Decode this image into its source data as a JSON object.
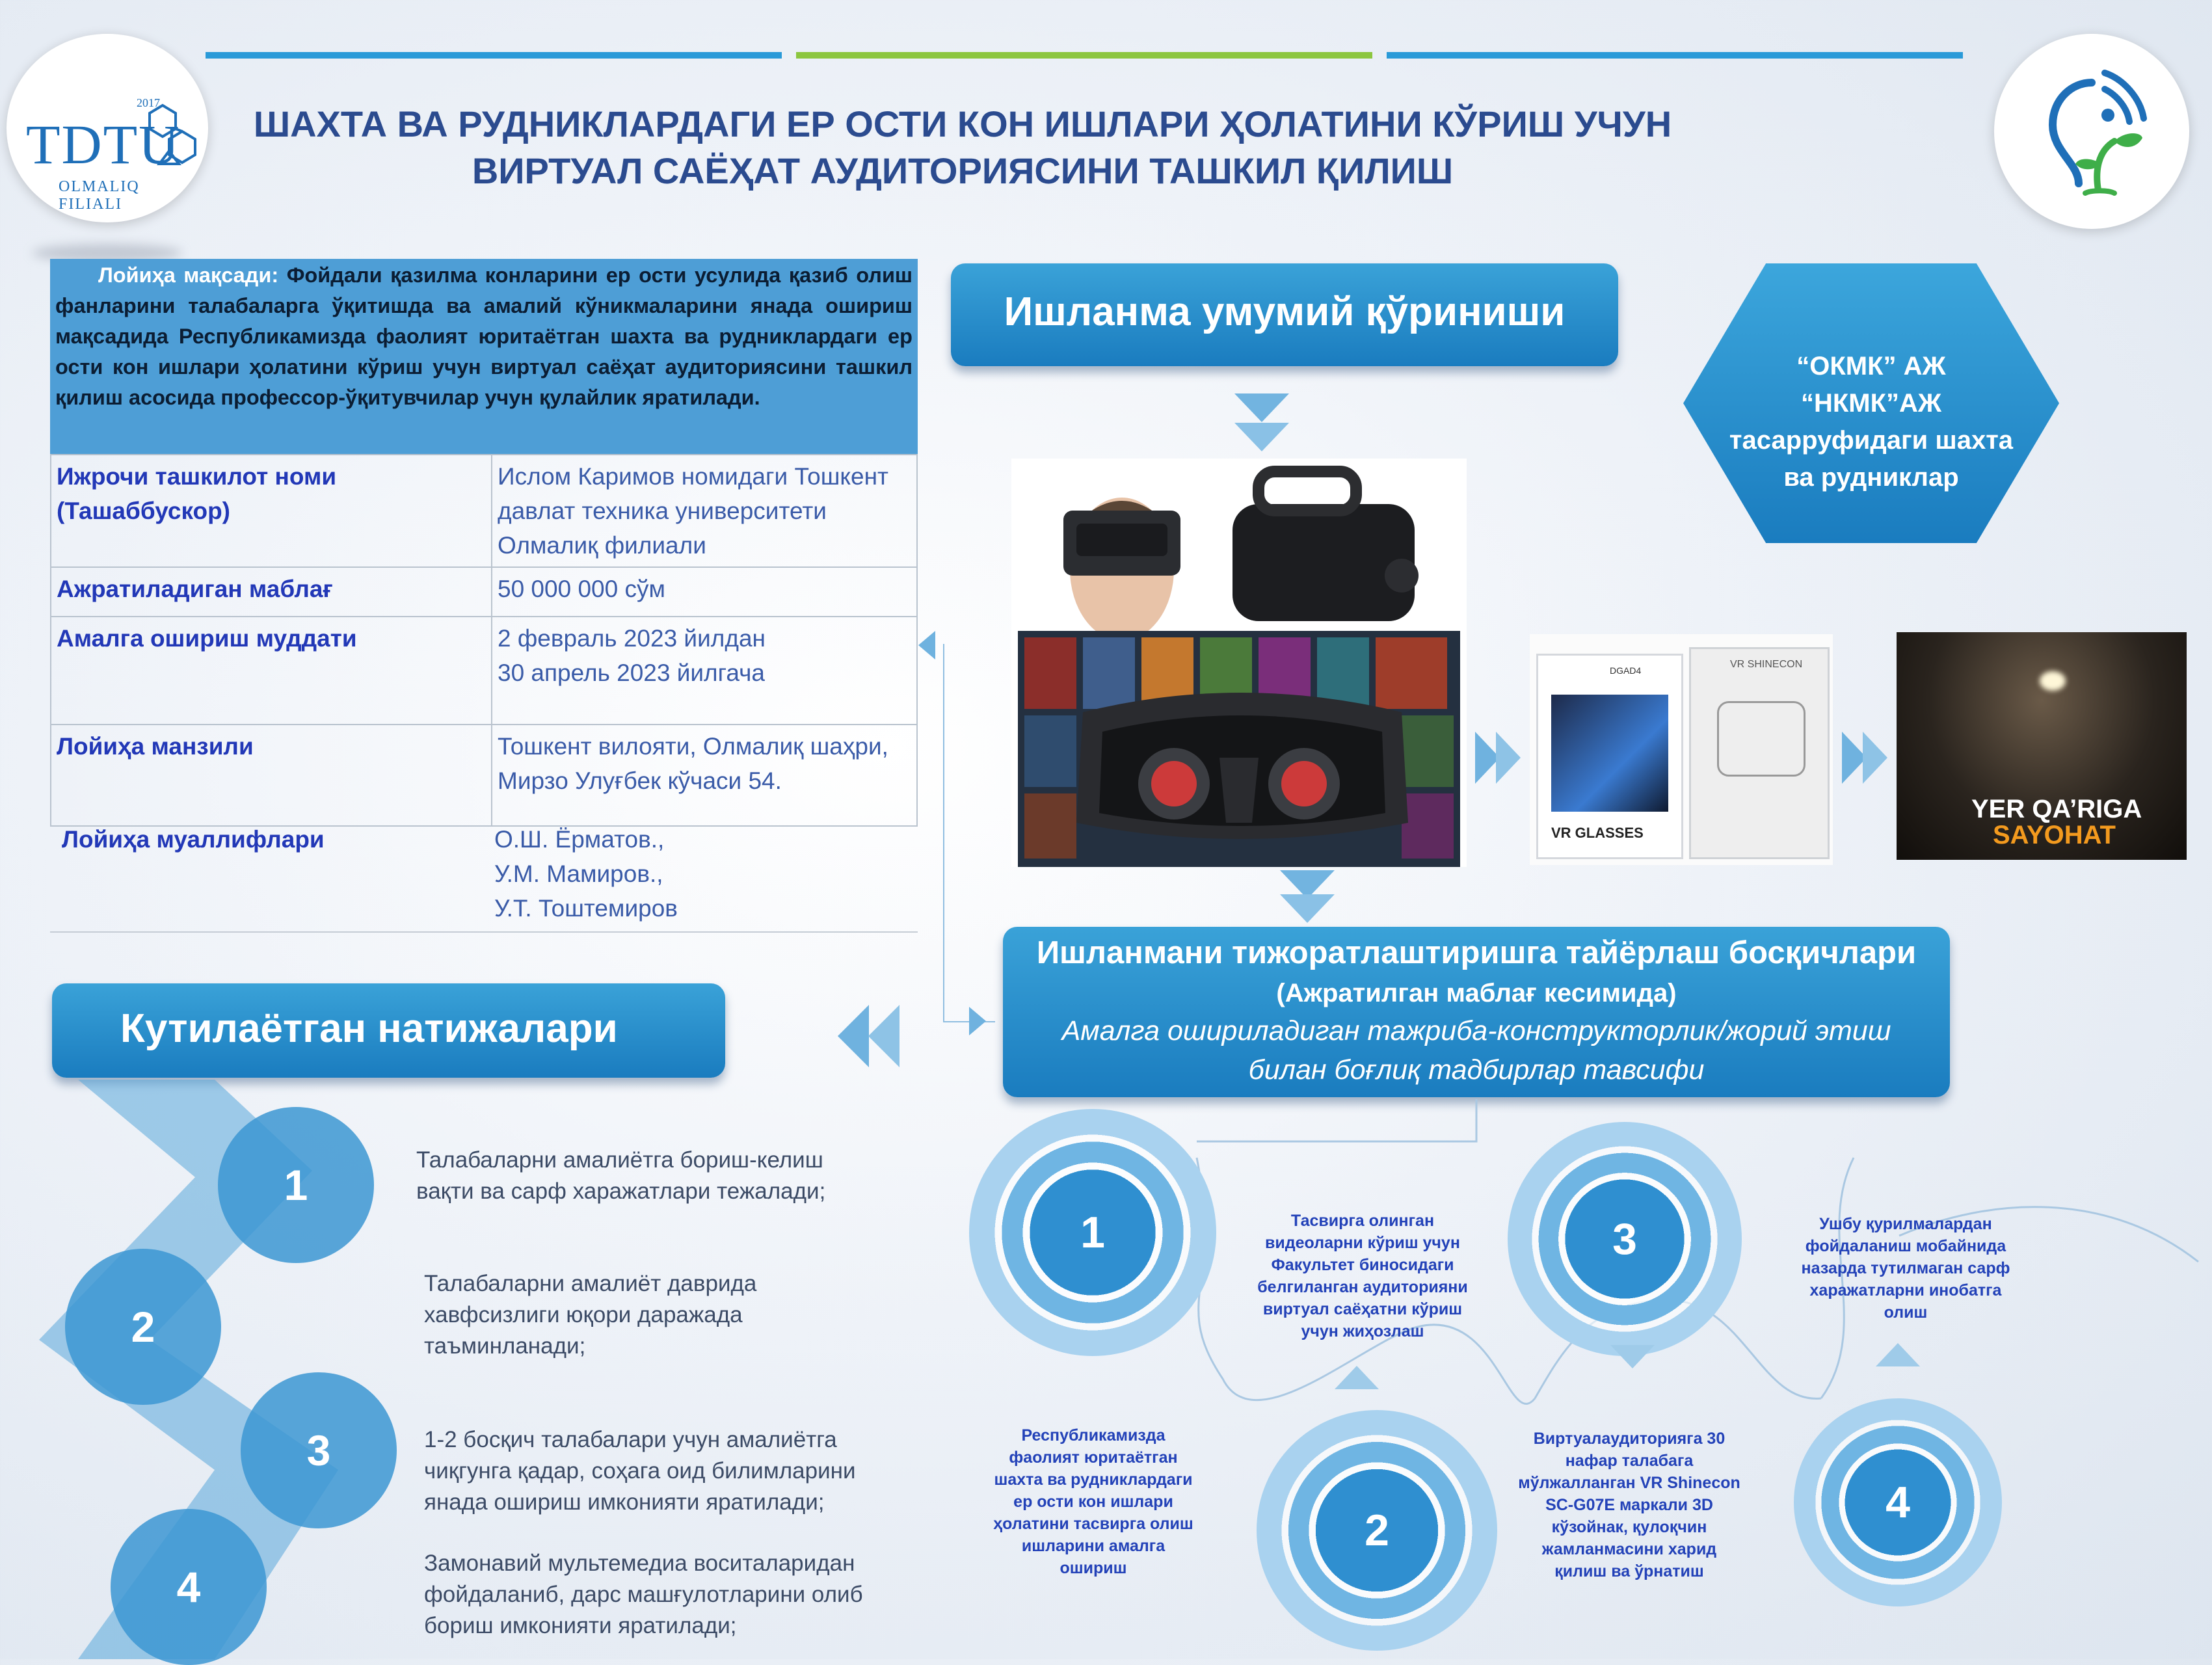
{
  "colors": {
    "accent_blue": "#1a7cbf",
    "line_blue": "#2a9ad8",
    "line_green": "#8cc63f",
    "title_blue": "#2b4b8f",
    "table_key": "#2238b7",
    "intro_bg": "#4e9ed6"
  },
  "logos": {
    "left_text": "TDTU",
    "left_sub": "OLMALIQ FILIALI",
    "left_year": "2017"
  },
  "title": "ШАХТА ВА РУДНИКЛАРДАГИ ЕР ОСТИ КОН ИШЛАРИ ҲОЛАТИНИ КЎРИШ УЧУН ВИРТУАЛ САЁҲАТ АУДИТОРИЯСИНИ ТАШКИЛ ҚИЛИШ",
  "intro": {
    "label": "Лойиҳа мақсади:",
    "text": "Фойдали қазилма конларини ер ости усулида қазиб олиш фанларини талабаларга ўқитишда ва амалий кўникмаларини янада ошириш мақсадида Республикамизда фаолият юритаётган шахта ва рудниклардаги ер ости кон ишлари ҳолатини кўриш учун виртуал саёҳат аудиториясини ташкил қилиш асосида профессор-ўқитувчилар учун қулайлик яратилади."
  },
  "table": [
    {
      "key": "Ижрочи ташкилот номи (Ташаббускор)",
      "value": "Ислом Каримов номидаги Тошкент давлат техника университети Олмалиқ филиали"
    },
    {
      "key": "Ажратиладиган маблағ",
      "value": "50 000 000 сўм"
    },
    {
      "key": "Амалга ошириш муддати",
      "value_lines": [
        "2 февраль 2023 йилдан",
        "30 апрель 2023 йилгача"
      ]
    },
    {
      "key": "Лойиҳа манзили",
      "value": "Тошкент вилояти, Олмалиқ шаҳри, Мирзо Улуғбек кўчаси 54."
    }
  ],
  "authors": {
    "label": "Лойиҳа муаллифлари",
    "names": [
      "О.Ш. Ёрматов.,",
      "У.М. Мамиров.,",
      "У.Т. Тоштемиров"
    ]
  },
  "overview_header": "Ишланма умумий қўриниши",
  "hex_lines": [
    "“ОКМК” АЖ",
    "“НКМК”АЖ",
    "тасарруфидаги шахта",
    "ва рудниклар"
  ],
  "photos": {
    "box_label": "VR GLASSES",
    "box_code": "DGAD4",
    "box_brand": "VR SHINECON",
    "mine_line1": "YER QA’RIGA",
    "mine_line2": "SAYOHAT"
  },
  "commercial": {
    "title": "Ишланмани тижоратлаштиришга тайёрлаш босқичлари",
    "subtitle": "(Ажратилган маблағ кесимида)",
    "desc": "Амалга ошириладиган тажриба-конструкторлик/жорий этиш билан боғлиқ тадбирлар тавсифи"
  },
  "results_header": "Кутилаётган натижалари",
  "results": [
    {
      "num": "1",
      "text": "Талабаларни амалиётга бориш-келиш вақти ва сарф харажатлари тежалади;"
    },
    {
      "num": "2",
      "text": "Талабаларни амалиёт даврида хавфсизлиги юқори даражада таъминланади;"
    },
    {
      "num": "3",
      "text": "1-2 босқич талабалари учун амалиётга чиқгунга қадар, соҳага оид билимларини янада ошириш имконияти яратилади;"
    },
    {
      "num": "4",
      "text": "Замонавий мультемедиа воситаларидан фойдаланиб, дарс машғулотларини олиб бориш имконияти яратилади;"
    }
  ],
  "stages": [
    {
      "num": "1",
      "text": "Республикамизда фаолият юритаётган шахта ва рудниклардаги ер ости кон ишлари ҳолатини тасвирга олиш ишларини амалга ошириш"
    },
    {
      "num": "2",
      "text": "Тасвирга олинган видеоларни кўриш учун Факультет биносидаги белгиланган аудиторияни виртуал саёҳатни кўриш учун жиҳозлаш"
    },
    {
      "num": "3",
      "text": "Виртуалаудиторияга 30 нафар талабага мўлжалланган VR Shinecon SC-G07E маркали 3D кўзойнак, қулоқчин жамланмасини харид қилиш ва ўрнатиш"
    },
    {
      "num": "4",
      "text": "Ушбу қурилмалардан фойдаланиш мобайнида назарда тутилмаган сарф харажатларни инобатга олиш"
    }
  ]
}
